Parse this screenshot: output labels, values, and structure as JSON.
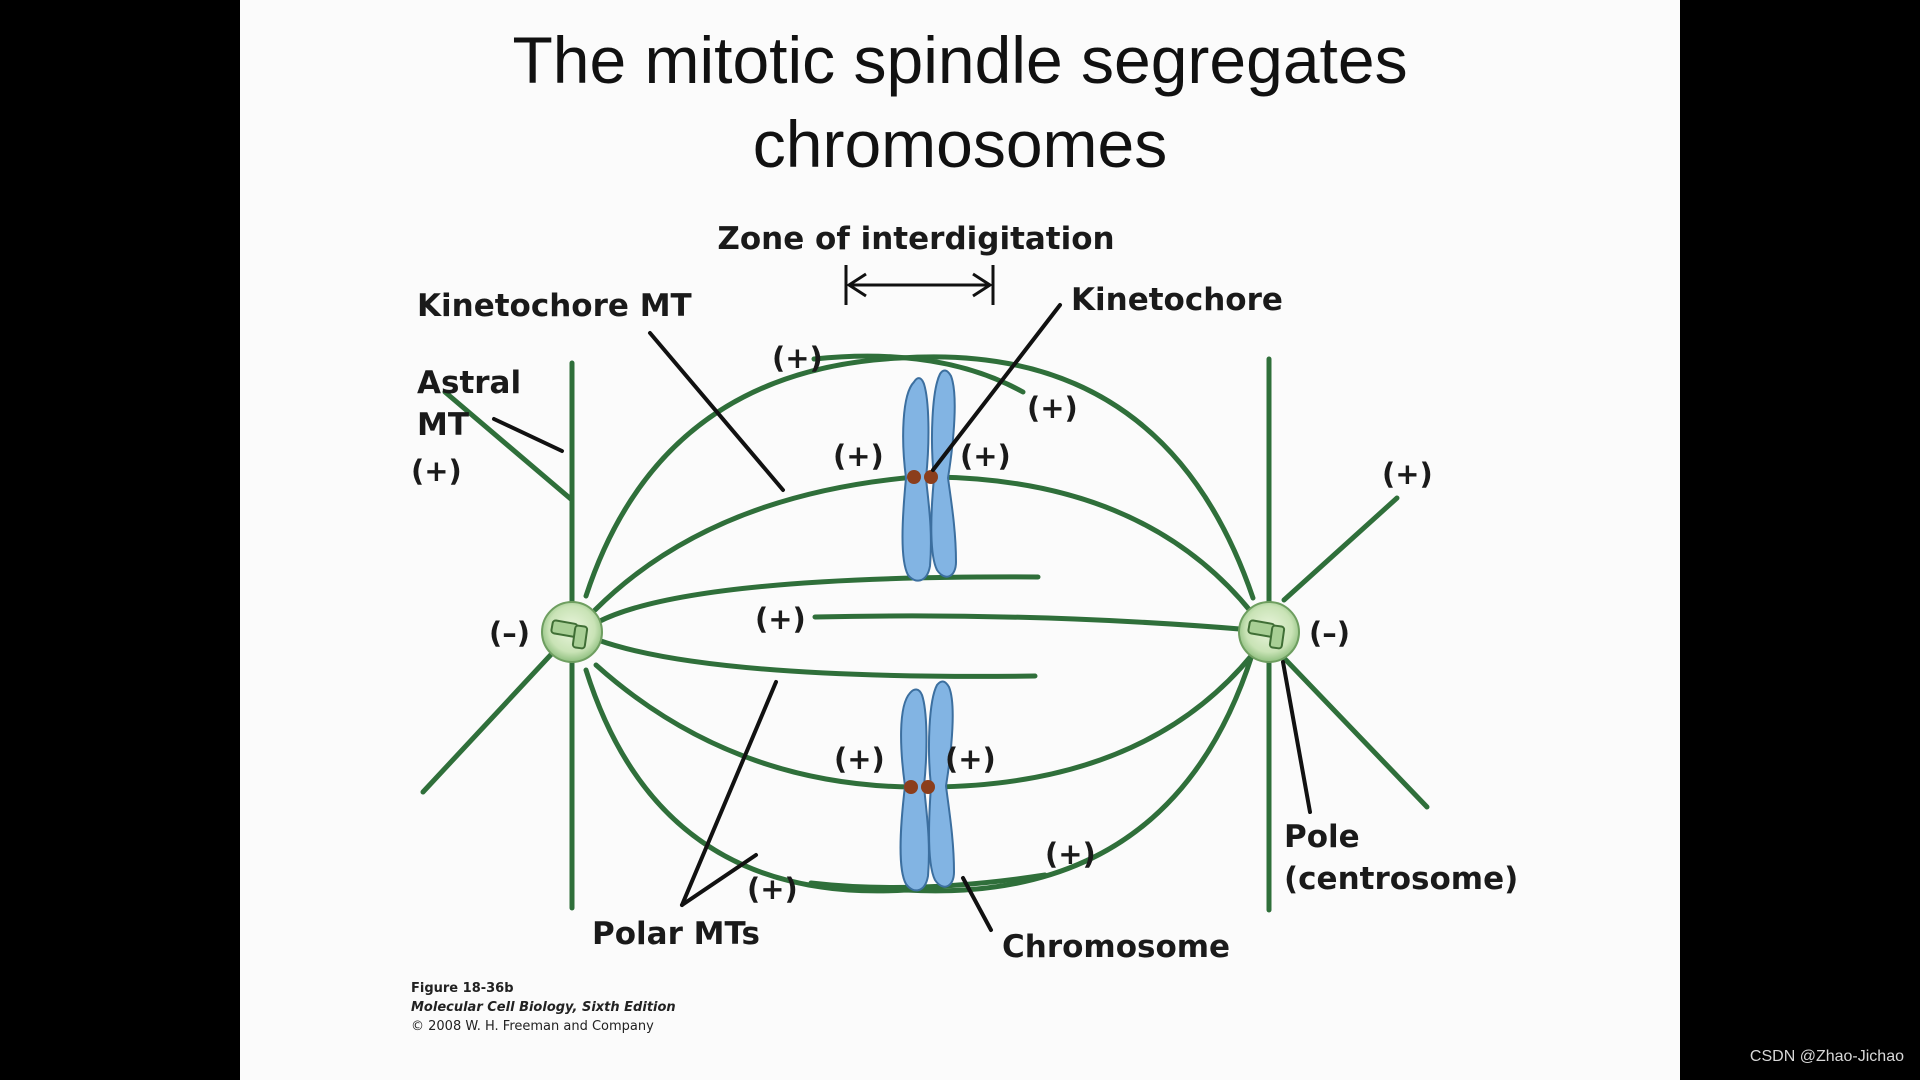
{
  "slide": {
    "title_lines": [
      "The mitotic spindle segregates",
      "chromosomes"
    ]
  },
  "diagram": {
    "labels": {
      "zone": "Zone of interdigitation",
      "kinetochore_mt": "Kinetochore MT",
      "kinetochore": "Kinetochore",
      "astral_line1": "Astral",
      "astral_line2": "MT",
      "pole_line1": "Pole",
      "pole_line2": "(centrosome)",
      "polar_mts": "Polar MTs",
      "chromosome": "Chromosome"
    },
    "plus_symbol": "(+)",
    "minus_symbol": "(–)",
    "colors": {
      "microtubule": "#2f6f3a",
      "chromosome": "#82b4e3",
      "kinetochore": "#8b3e1c",
      "pole": "#c9e3b6"
    }
  },
  "caption": {
    "figure": "Figure 18-36b",
    "book": "Molecular Cell Biology, Sixth Edition",
    "copyright": "© 2008 W. H. Freeman and Company"
  },
  "watermark": "CSDN @Zhao-Jichao"
}
